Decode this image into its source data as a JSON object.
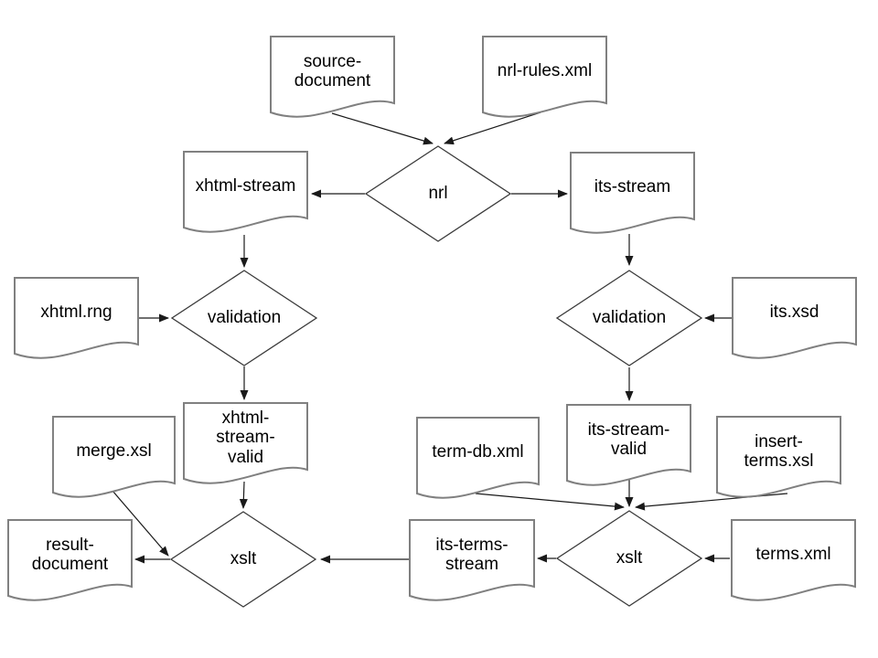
{
  "diagram": {
    "colors": {
      "background": "#ffffff",
      "document_border": "#808080",
      "diamond_border": "#3a3a3a",
      "arrow": "#1a1a1a",
      "text": "#000000"
    },
    "nodes": [
      {
        "id": "source-document",
        "shape": "document",
        "label": "source-\ndocument"
      },
      {
        "id": "nrl-rules-xml",
        "shape": "document",
        "label": "nrl-rules.xml"
      },
      {
        "id": "nrl",
        "shape": "diamond",
        "label": "nrl"
      },
      {
        "id": "xhtml-stream",
        "shape": "document",
        "label": "xhtml-stream"
      },
      {
        "id": "its-stream",
        "shape": "document",
        "label": "its-stream"
      },
      {
        "id": "validation-left",
        "shape": "diamond",
        "label": "validation"
      },
      {
        "id": "xhtml-rng",
        "shape": "document",
        "label": "xhtml.rng"
      },
      {
        "id": "its-xsd",
        "shape": "document",
        "label": "its.xsd"
      },
      {
        "id": "xhtml-stream-valid",
        "shape": "document",
        "label": "xhtml-\nstream-\nvalid"
      },
      {
        "id": "validation-right",
        "shape": "diamond",
        "label": "validation"
      },
      {
        "id": "merge-xsl",
        "shape": "document",
        "label": "merge.xsl"
      },
      {
        "id": "term-db-xml",
        "shape": "document",
        "label": "term-db.xml"
      },
      {
        "id": "its-stream-valid",
        "shape": "document",
        "label": "its-stream-\nvalid"
      },
      {
        "id": "insert-terms-xsl",
        "shape": "document",
        "label": "insert-\nterms.xsl"
      },
      {
        "id": "result-document",
        "shape": "document",
        "label": "result-\ndocument"
      },
      {
        "id": "xslt-left",
        "shape": "diamond",
        "label": "xslt"
      },
      {
        "id": "its-terms-stream",
        "shape": "document",
        "label": "its-terms-\nstream"
      },
      {
        "id": "xslt-right",
        "shape": "diamond",
        "label": "xslt"
      },
      {
        "id": "terms-xml",
        "shape": "document",
        "label": "terms.xml"
      }
    ],
    "edges": [
      {
        "from": "source-document",
        "to": "nrl"
      },
      {
        "from": "nrl-rules-xml",
        "to": "nrl"
      },
      {
        "from": "nrl",
        "to": "xhtml-stream"
      },
      {
        "from": "nrl",
        "to": "its-stream"
      },
      {
        "from": "xhtml-stream",
        "to": "validation-left"
      },
      {
        "from": "xhtml-rng",
        "to": "validation-left"
      },
      {
        "from": "validation-left",
        "to": "xhtml-stream-valid"
      },
      {
        "from": "xhtml-stream-valid",
        "to": "xslt-left"
      },
      {
        "from": "merge-xsl",
        "to": "xslt-left"
      },
      {
        "from": "xslt-left",
        "to": "result-document"
      },
      {
        "from": "its-terms-stream",
        "to": "xslt-left"
      },
      {
        "from": "xslt-right",
        "to": "its-terms-stream"
      },
      {
        "from": "term-db-xml",
        "to": "xslt-right"
      },
      {
        "from": "insert-terms-xsl",
        "to": "xslt-right"
      },
      {
        "from": "its-stream-valid",
        "to": "xslt-right"
      },
      {
        "from": "its-stream",
        "to": "validation-right"
      },
      {
        "from": "its-xsd",
        "to": "validation-right"
      },
      {
        "from": "validation-right",
        "to": "its-stream-valid"
      },
      {
        "from": "terms-xml",
        "to": "xslt-right"
      }
    ]
  }
}
